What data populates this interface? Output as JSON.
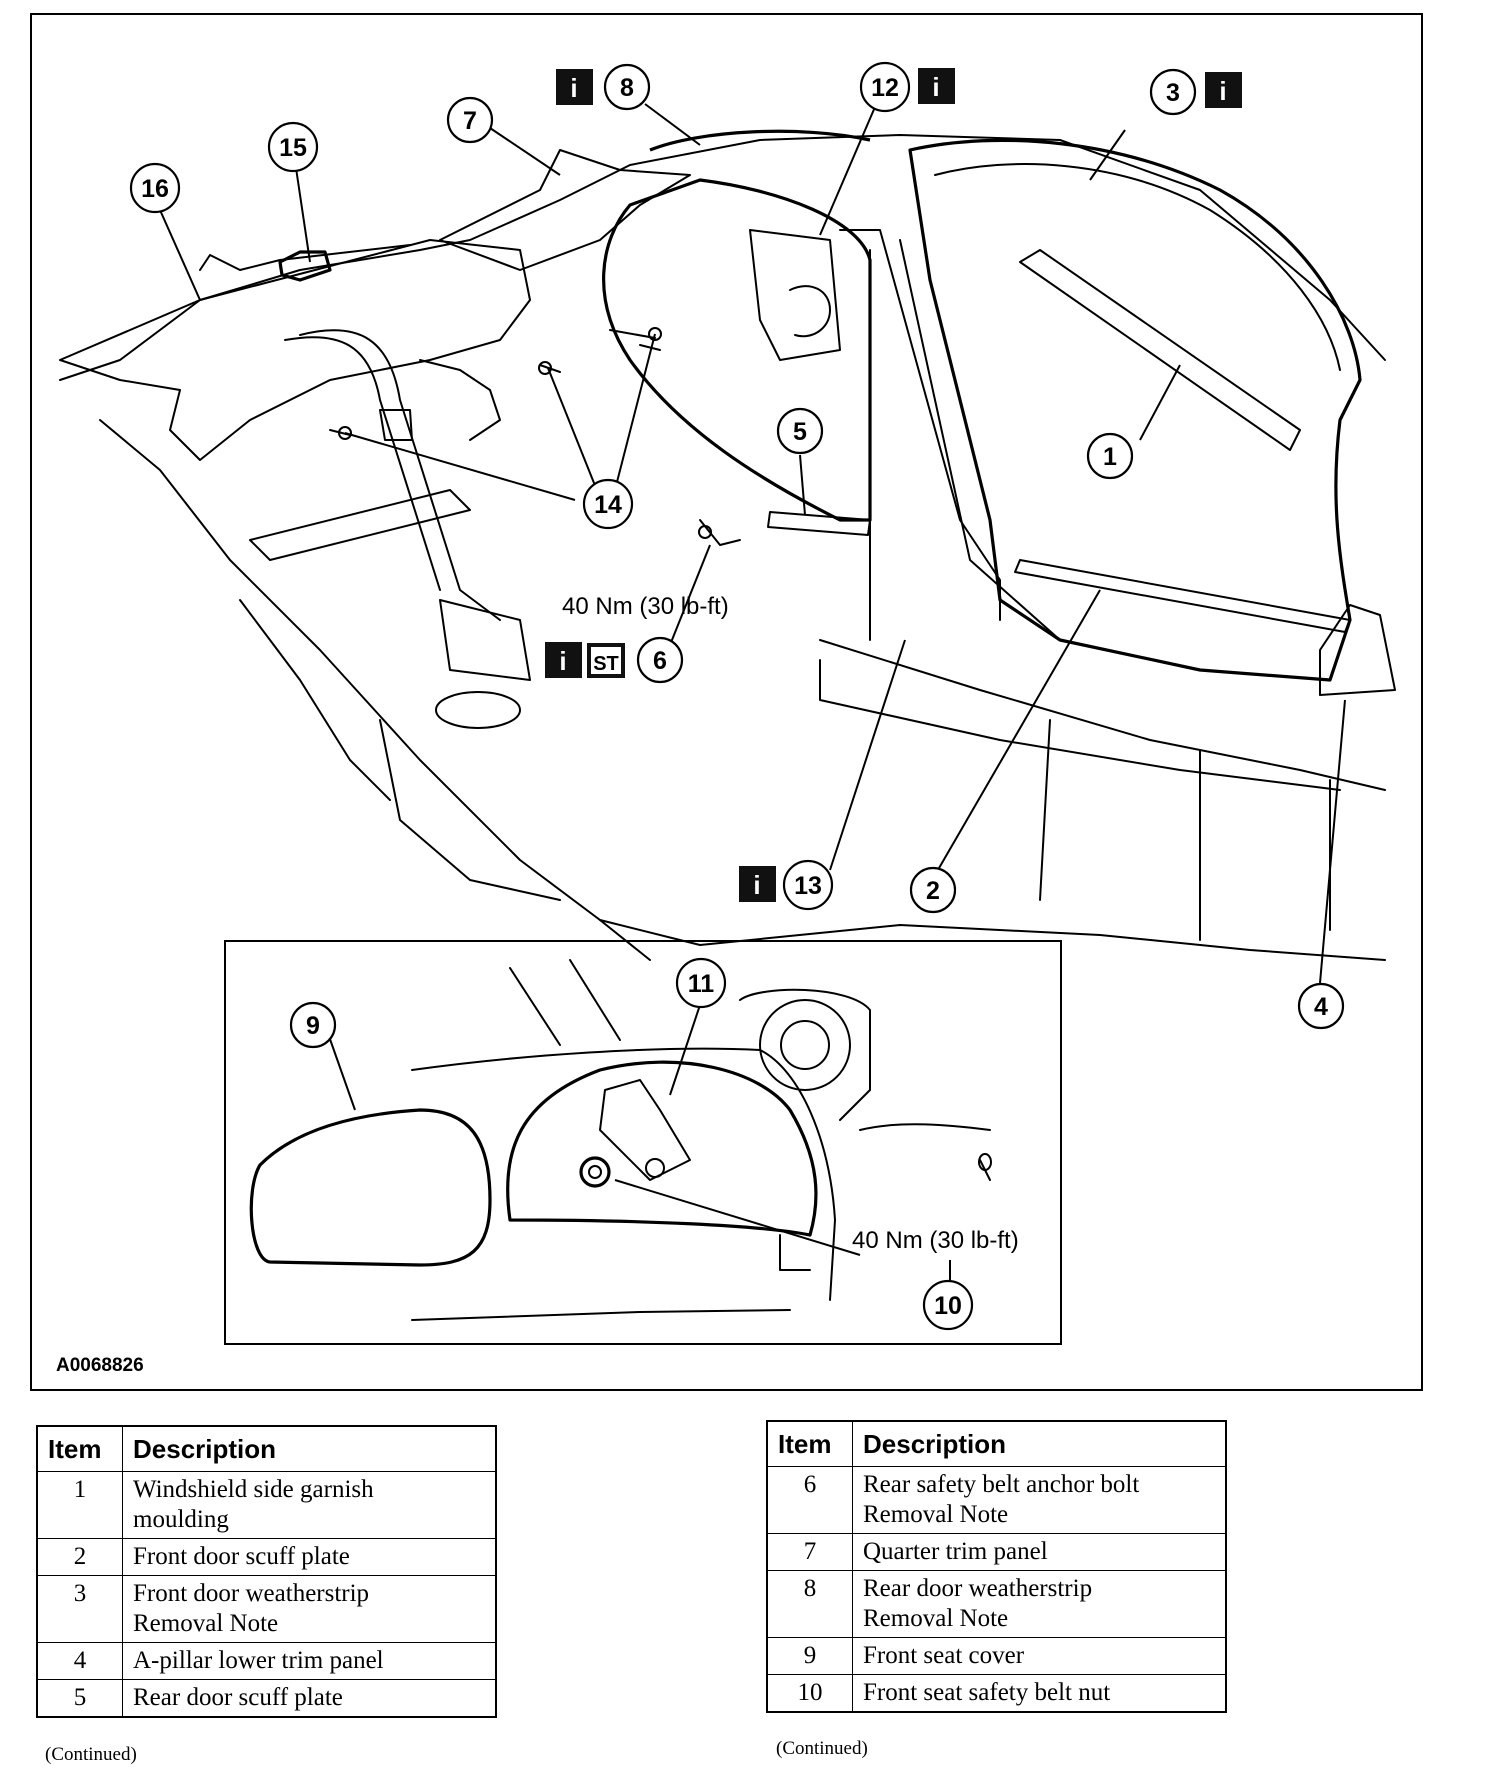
{
  "diagram": {
    "figure_id": "A0068826",
    "callouts": {
      "c1": "1",
      "c2": "2",
      "c3": "3",
      "c4": "4",
      "c5": "5",
      "c6": "6",
      "c7": "7",
      "c8": "8",
      "c9": "9",
      "c10": "10",
      "c11": "11",
      "c12": "12",
      "c13": "13",
      "c14": "14",
      "c15": "15",
      "c16": "16"
    },
    "torque_main": "40 Nm (30 lb-ft)",
    "torque_inset": "40 Nm (30 lb-ft)",
    "info_symbol": "i",
    "special_tool_symbol": "ST",
    "icon_names": [
      "info-icon",
      "special-tool-icon"
    ]
  },
  "legend_left": {
    "header_item": "Item",
    "header_description": "Description",
    "rows": [
      {
        "item": "1",
        "description_line1": "Windshield side garnish",
        "description_line2": "moulding"
      },
      {
        "item": "2",
        "description_line1": "Front door scuff plate",
        "description_line2": ""
      },
      {
        "item": "3",
        "description_line1": "Front door weatherstrip",
        "description_line2": "Removal Note"
      },
      {
        "item": "4",
        "description_line1": "A-pillar lower trim panel",
        "description_line2": ""
      },
      {
        "item": "5",
        "description_line1": "Rear door scuff plate",
        "description_line2": ""
      }
    ],
    "continued": "(Continued)"
  },
  "legend_right": {
    "header_item": "Item",
    "header_description": "Description",
    "rows": [
      {
        "item": "6",
        "description_line1": "Rear safety belt anchor bolt",
        "description_line2": "Removal Note"
      },
      {
        "item": "7",
        "description_line1": "Quarter trim panel",
        "description_line2": ""
      },
      {
        "item": "8",
        "description_line1": "Rear door weatherstrip",
        "description_line2": "Removal Note"
      },
      {
        "item": "9",
        "description_line1": "Front seat cover",
        "description_line2": ""
      },
      {
        "item": "10",
        "description_line1": "Front seat safety belt nut",
        "description_line2": ""
      }
    ],
    "continued": "(Continued)"
  }
}
